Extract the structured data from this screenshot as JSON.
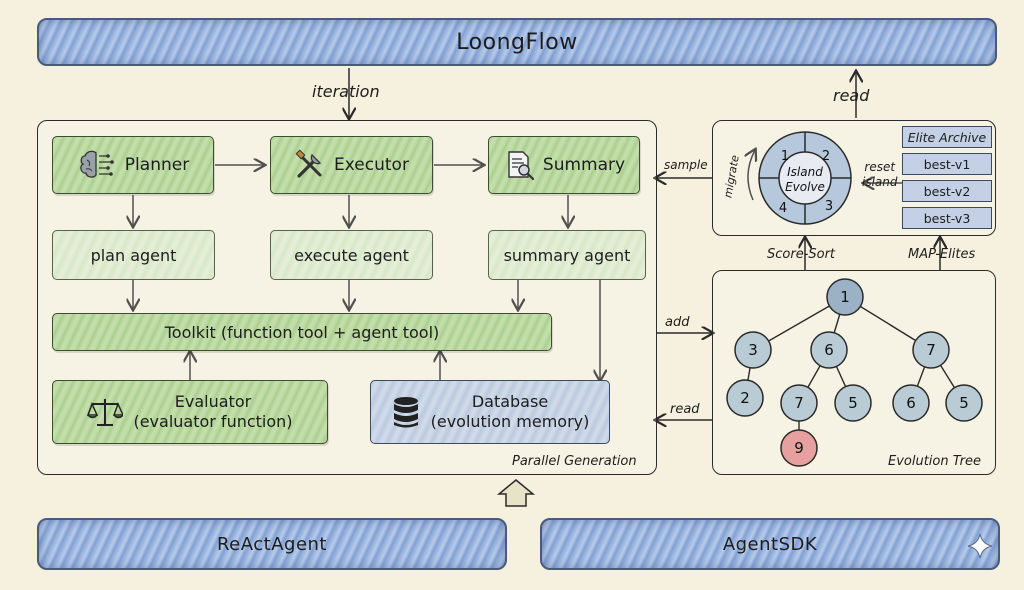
{
  "header": {
    "title": "LoongFlow",
    "iteration_label": "iteration",
    "read_label": "read"
  },
  "generation": {
    "planner": "Planner",
    "executor": "Executor",
    "summary": "Summary",
    "plan_agent": "plan agent",
    "execute_agent": "execute agent",
    "summary_agent": "summary agent",
    "toolkit": "Toolkit (function tool + agent tool)",
    "evaluator_line1": "Evaluator",
    "evaluator_line2": "(evaluator function)",
    "database_line1": "Database",
    "database_line2": "(evolution memory)",
    "caption": "Parallel Generation"
  },
  "island": {
    "center_line1": "Island",
    "center_line2": "Evolve",
    "segments": [
      "1",
      "2",
      "3",
      "4"
    ],
    "migrate_label": "migrate",
    "reset_line1": "reset",
    "reset_line2": "island",
    "sample_label": "sample"
  },
  "archive": {
    "title": "Elite Archive",
    "items": [
      "best-v1",
      "best-v2",
      "best-v3"
    ]
  },
  "links": {
    "score_sort": "Score-Sort",
    "map_elites": "MAP-Elites",
    "add": "add",
    "read": "read"
  },
  "tree": {
    "caption": "Evolution Tree",
    "nodes": [
      "1",
      "3",
      "6",
      "7",
      "2",
      "7",
      "5",
      "6",
      "5",
      "9"
    ]
  },
  "footer": {
    "left": "ReActAgent",
    "right": "AgentSDK"
  },
  "colors": {
    "green": "#b6d79b",
    "blue": "#9fb8e0",
    "node": "#b9ccd6",
    "highlight": "#e6a0a0"
  }
}
